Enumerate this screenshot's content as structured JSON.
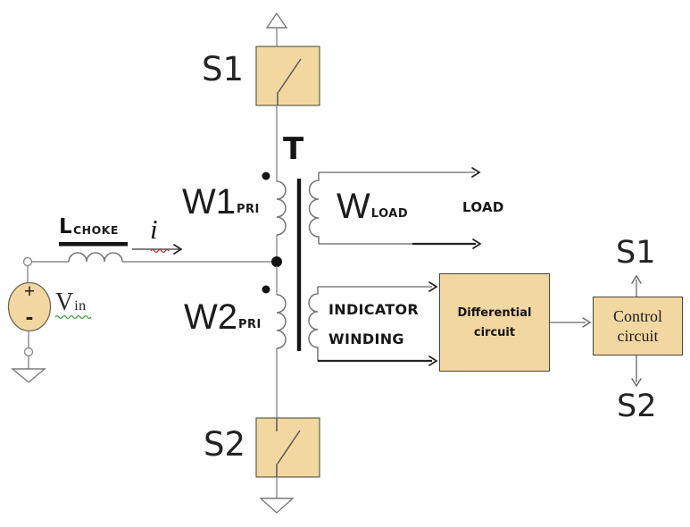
{
  "source": {
    "label_main": "V",
    "label_sub": "in",
    "plus": "+",
    "minus": "-"
  },
  "choke": {
    "label_main": "L",
    "label_sub": "CHOKE"
  },
  "current": {
    "label": "i"
  },
  "switch_top": {
    "label": "S1"
  },
  "switch_bottom": {
    "label": "S2"
  },
  "transformer": {
    "label": "T",
    "primary_top": {
      "main": "W1",
      "sub": "PRI"
    },
    "primary_bottom": {
      "main": "W2",
      "sub": "PRI"
    },
    "secondary_load": {
      "main": "W",
      "sub": "LOAD"
    },
    "indicator": {
      "line1": "INDICATOR",
      "line2": "WINDING"
    }
  },
  "load": {
    "label": "LOAD"
  },
  "differential": {
    "line1": "Differential",
    "line2": "circuit"
  },
  "control": {
    "line1": "Control",
    "line2": "circuit",
    "out_top": "S1",
    "out_bottom": "S2"
  },
  "colors": {
    "box_fill": "#f2d7a1",
    "box_stroke": "#6e6753",
    "wire": "#8c8c8c",
    "ink": "#141414",
    "arc": "#757575",
    "squiggle_green": "#3f9e46",
    "squiggle_red": "#c0392b"
  }
}
